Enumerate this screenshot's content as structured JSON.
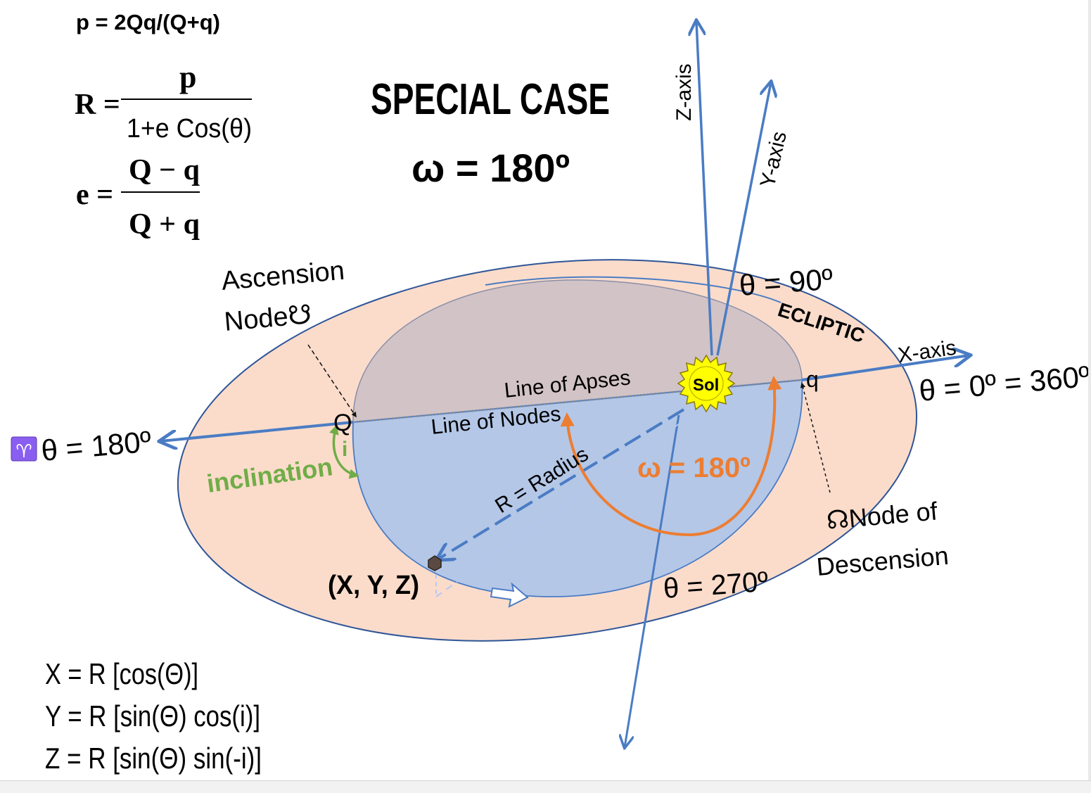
{
  "formulas": {
    "p": "p = 2Qq/(Q+q)",
    "r_lhs": "R =",
    "r_num": "p",
    "r_den": "1+e Cos(θ)",
    "e_lhs": "e =",
    "e_num": "Q − q",
    "e_den": "Q + q",
    "x": "X = R [cos(Θ)]",
    "y": "Y = R [sin(Θ) cos(i)]",
    "z": "Z = R [sin(Θ) sin(-i)]"
  },
  "title": {
    "line1": "SPECIAL CASE",
    "line2": "ω = 180º"
  },
  "labels": {
    "z_axis": "Z-axis",
    "y_axis": "Y-axis",
    "x_axis": "X-axis",
    "theta_90": "θ = 90º",
    "theta_0": "θ = 0º = 360º",
    "theta_180": "θ = 180º",
    "theta_270": "θ = 270º",
    "ecliptic": "ECLIPTIC",
    "ascension_1": "Ascension",
    "ascension_2": "Node☋",
    "descension_1": "☊Node of",
    "descension_2": "Descension",
    "line_of_apses": "Line of Apses",
    "line_of_nodes": "Line of Nodes",
    "radius": "R = Radius",
    "inclination": "inclination",
    "inclination_symbol": "i",
    "omega": "ω = 180º",
    "sol": "Sol",
    "big_q": "Q",
    "small_q": "q",
    "point": "(X, Y, Z)",
    "aries": "♈"
  },
  "colors": {
    "axis_blue": "#4a7cc4",
    "ecliptic_fill": "#fbdccb",
    "orbit_fill": "#b4c7e7",
    "orbit_upper_fill": "#d2c3c6",
    "omega_orange": "#ed7d31",
    "inclination_green": "#70ad47",
    "sun_yellow": "#ffff00",
    "aries_purple": "#8a5ef0"
  }
}
